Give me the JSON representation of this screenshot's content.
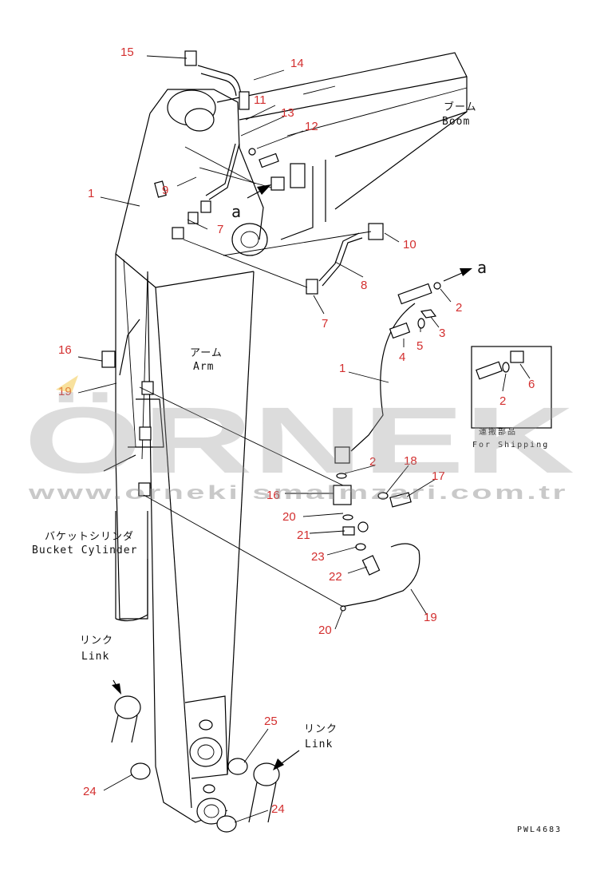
{
  "labels": {
    "boom_jp": "ブーム",
    "boom_en": "Boom",
    "arm_jp": "アーム",
    "arm_en": "Arm",
    "bucket_jp": "バケットシリンダ",
    "bucket_en": "Bucket Cylinder",
    "link1_jp": "リンク",
    "link1_en": "Link",
    "link2_jp": "リンク",
    "link2_en": "Link",
    "shipping_jp": "運搬部品",
    "shipping_en": "For Shipping",
    "marker_a1": "a",
    "marker_a2": "a",
    "drawing_code": "PWL4683"
  },
  "watermark": {
    "brand": "ÖRNEK",
    "url": "www.orneki smalmzari.com.tr"
  },
  "callouts": [
    "15",
    "14",
    "11",
    "13",
    "12",
    "1",
    "9",
    "7",
    "10",
    "8",
    "7",
    "2",
    "3",
    "5",
    "4",
    "16",
    "19",
    "1",
    "6",
    "2",
    "2",
    "18",
    "17",
    "16",
    "20",
    "21",
    "23",
    "22",
    "19",
    "20",
    "25",
    "24",
    "24"
  ],
  "colors": {
    "callout": "#d32f2f",
    "line": "#000000",
    "watermark": "#9e9e9e"
  }
}
